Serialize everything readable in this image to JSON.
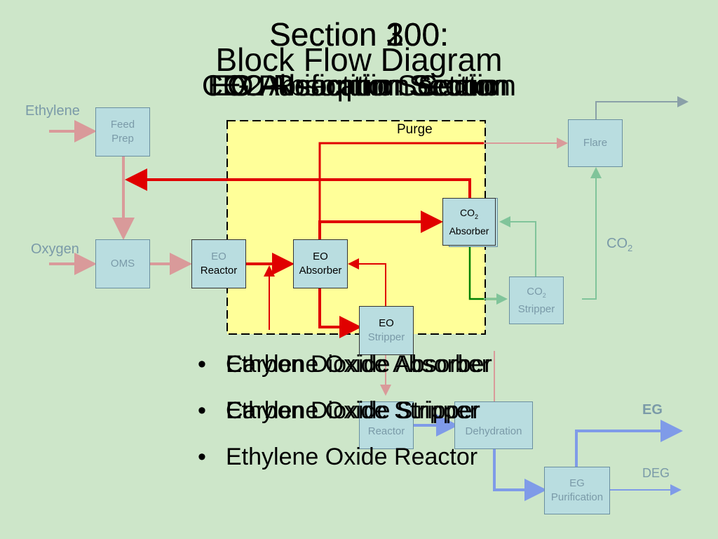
{
  "title": {
    "section_a": "Section 100:",
    "section_b": "Section 200:",
    "section_c": "Section 300:",
    "main": "Block Flow Diagram"
  },
  "subtitles": [
    "EO Reaction Section",
    "EO Absorption Section",
    "CO2 Absorption Section",
    "EG Purification Section"
  ],
  "diagram": {
    "inputs": {
      "ethylene": "Ethylene",
      "oxygen": "Oxygen"
    },
    "outputs": {
      "co2": "CO",
      "co2_sub": "2",
      "eg": "EG",
      "deg": "DEG"
    },
    "purge": "Purge",
    "blocks": {
      "feed_prep": [
        "Feed",
        "Prep"
      ],
      "oms": "OMS",
      "eo_reactor": [
        "EO",
        "Reactor"
      ],
      "eo_absorber": [
        "EO",
        "Absorber"
      ],
      "co2_absorber": [
        "CO2",
        "Absorber"
      ],
      "co2_stripper": [
        "CO2",
        "Stripper"
      ],
      "eo_stripper": [
        "EO",
        "Stripper"
      ],
      "flare": "Flare",
      "reactor": "Reactor",
      "dehydration": "Dehydration",
      "eg_purification": [
        "EG",
        "Purification"
      ]
    }
  },
  "bullets": [
    "Carbon Dioxide Absorber",
    "Ethylene Oxide Absorber",
    "Carbon Dioxide Stripper",
    "Ethylene Oxide Stripper",
    "Ethylene Oxide Reactor"
  ],
  "colors": {
    "background": "#cde6c9",
    "highlight_region": "#ffff99",
    "stream_red": "#e00000",
    "stream_pink": "#d99a9a",
    "stream_green": "#80c49a",
    "stream_dark_green": "#008000",
    "stream_blue": "#7f9be8",
    "stream_gray": "#8aa0a8"
  }
}
